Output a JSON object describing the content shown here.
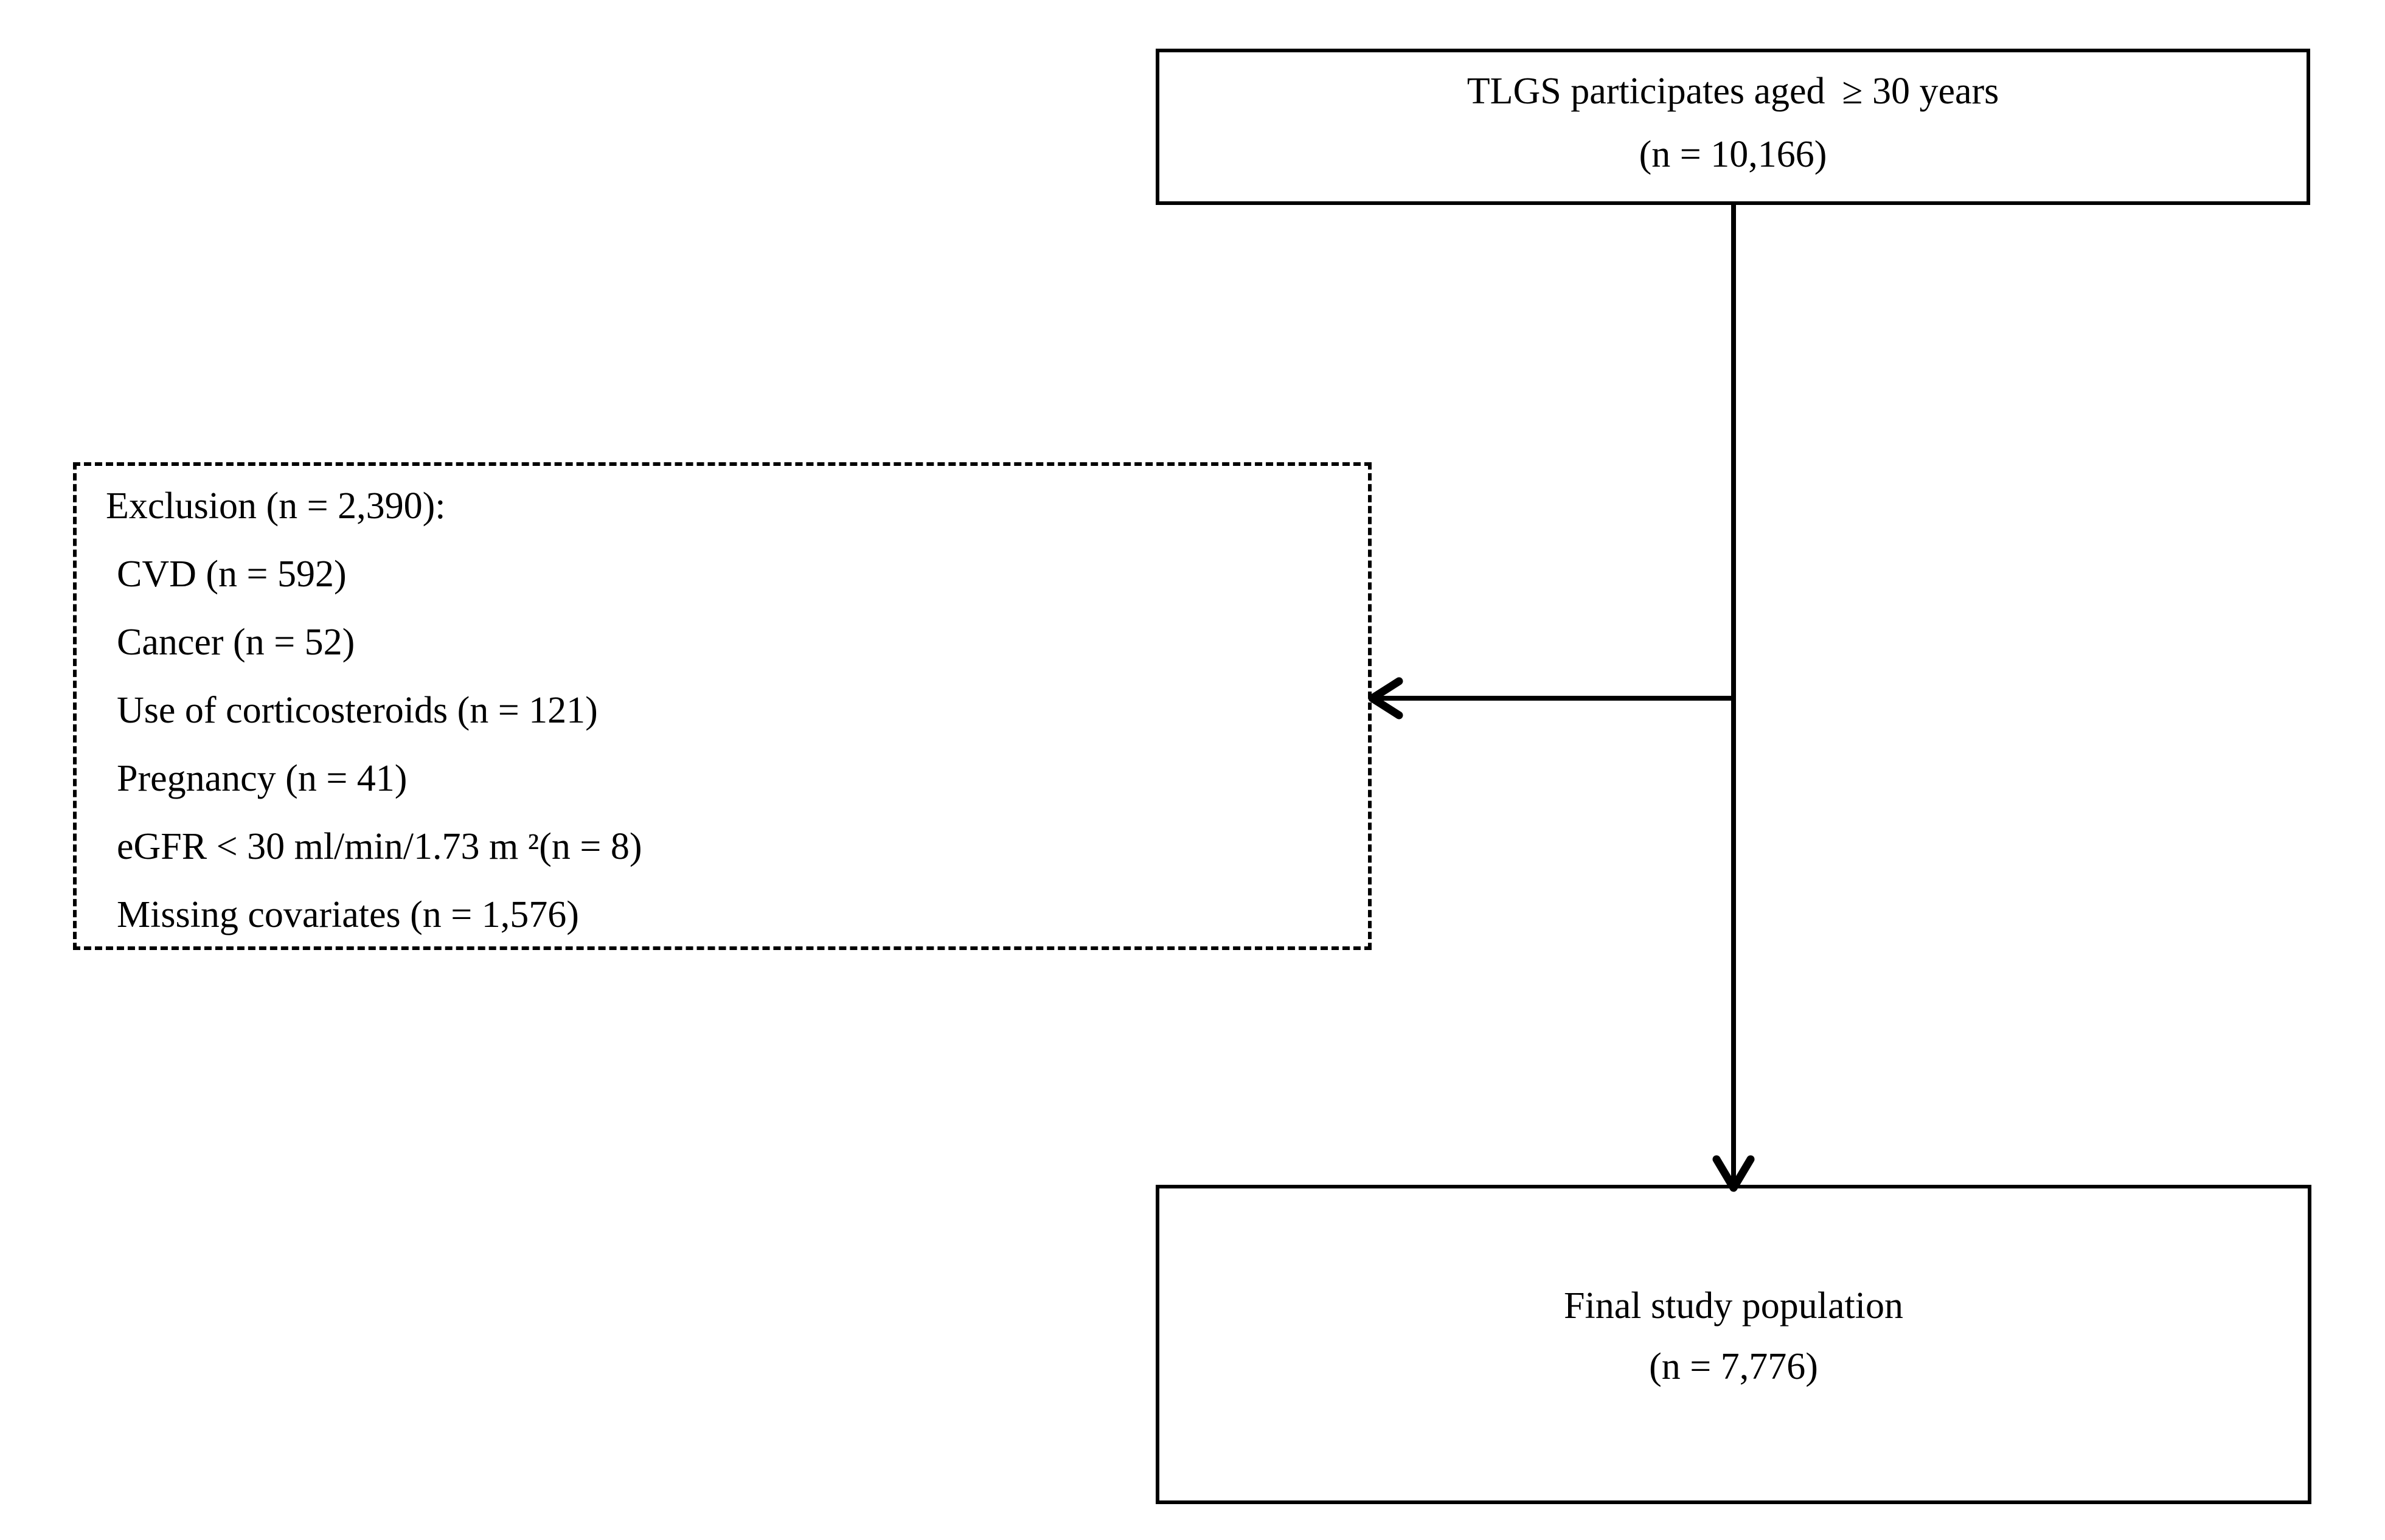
{
  "diagram": {
    "title_hint": "Study population flow diagram",
    "top_box": {
      "line1": "TLGS participates aged  ≥ 30 years",
      "line2": "(n = 10,166)"
    },
    "exclusion_box": {
      "lines": [
        "Exclusion (n = 2,390):",
        "CVD (n = 592)",
        "Cancer (n = 52)",
        "Use of corticosteroids (n = 121)",
        "Pregnancy (n = 41)",
        "eGFR < 30 ml/min/1.73 m ²(n = 8)",
        "Missing covariates (n = 1,576)"
      ]
    },
    "final_box": {
      "line1": "Final study population",
      "line2": "(n = 7,776)"
    },
    "colors": {
      "line": "#000000",
      "text": "#000000",
      "background": "#ffffff"
    }
  }
}
